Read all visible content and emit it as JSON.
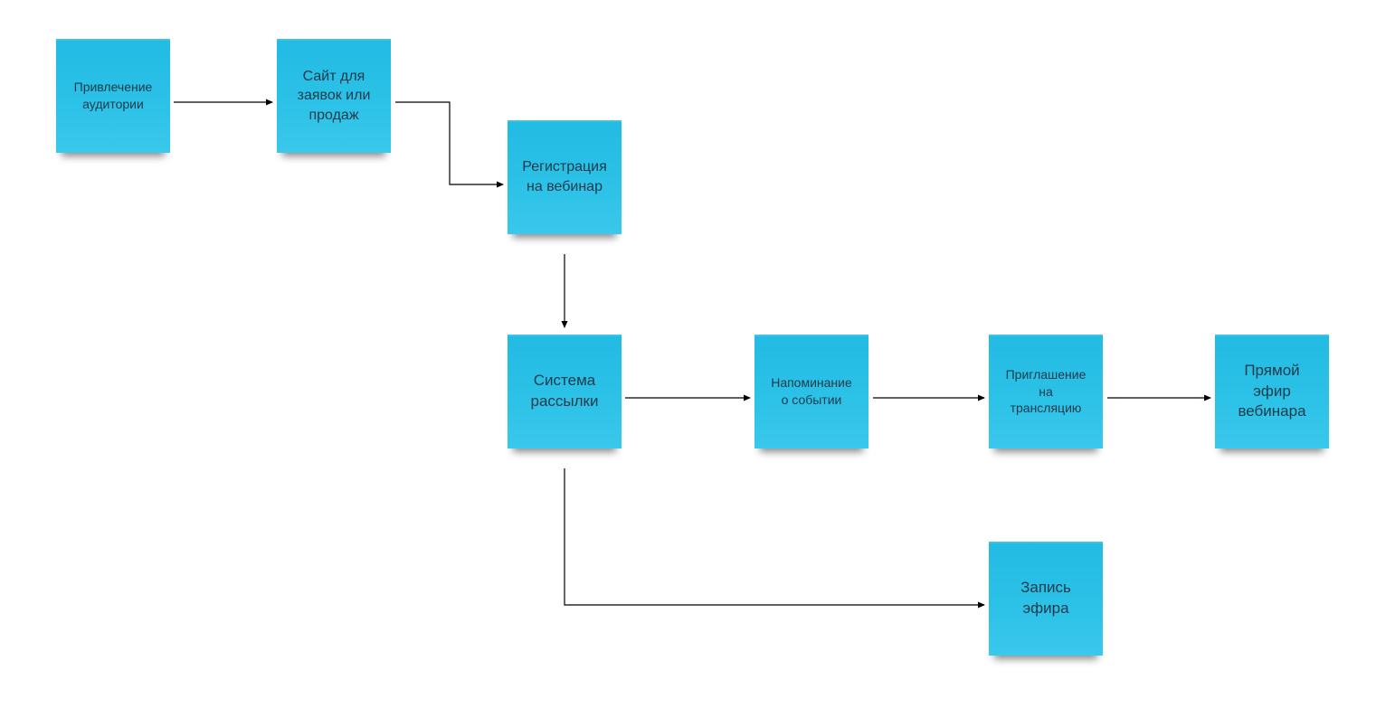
{
  "diagram": {
    "colors": {
      "sticky": "#29bfe6",
      "text": "#1f3a4a",
      "connector": "#000000",
      "background": "#ffffff"
    },
    "notes": {
      "attract": "Привлечение\nаудитории",
      "site": "Сайт для\nзаявок или\nпродаж",
      "registration": "Регистрация\nна вебинар",
      "mailing": "Система\nрассылки",
      "reminder": "Напоминание\nо событии",
      "invitation": "Приглашение\nна\nтрансляцию",
      "live": "Прямой\nэфир\nвебинара",
      "recording": "Запись\nэфира"
    },
    "edges": [
      {
        "from": "attract",
        "to": "site"
      },
      {
        "from": "site",
        "to": "registration"
      },
      {
        "from": "registration",
        "to": "mailing"
      },
      {
        "from": "mailing",
        "to": "reminder"
      },
      {
        "from": "reminder",
        "to": "invitation"
      },
      {
        "from": "invitation",
        "to": "live"
      },
      {
        "from": "mailing",
        "to": "recording"
      }
    ]
  }
}
